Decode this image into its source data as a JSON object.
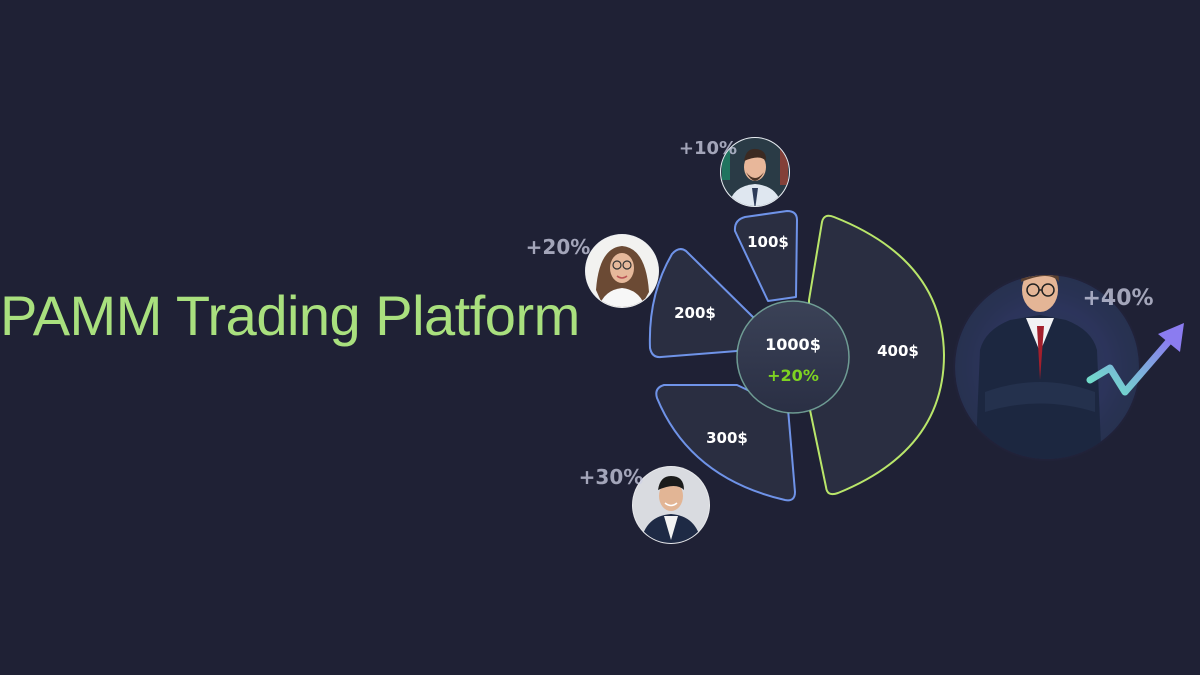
{
  "title": "PAMM Trading Platform",
  "center": {
    "amount": "1000$",
    "gain": "+20%"
  },
  "segments": [
    {
      "label": "100$"
    },
    {
      "label": "200$"
    },
    {
      "label": "300$"
    },
    {
      "label": "400$"
    }
  ],
  "investors": [
    {
      "gain": "+10%",
      "avatar": "man-with-glasses-portrait"
    },
    {
      "gain": "+20%",
      "avatar": "woman-with-glasses-portrait"
    },
    {
      "gain": "+30%",
      "avatar": "man-in-suit-portrait"
    },
    {
      "gain": "+40%",
      "avatar": "businessman-arms-crossed"
    }
  ],
  "colors": {
    "background": "#1f2135",
    "title": "#a9e07e",
    "segment_blue_stroke": "#6f93e8",
    "segment_green_stroke": "#b9e66a",
    "center_gain": "#7ed321",
    "arrow": "#7b8cf0"
  }
}
